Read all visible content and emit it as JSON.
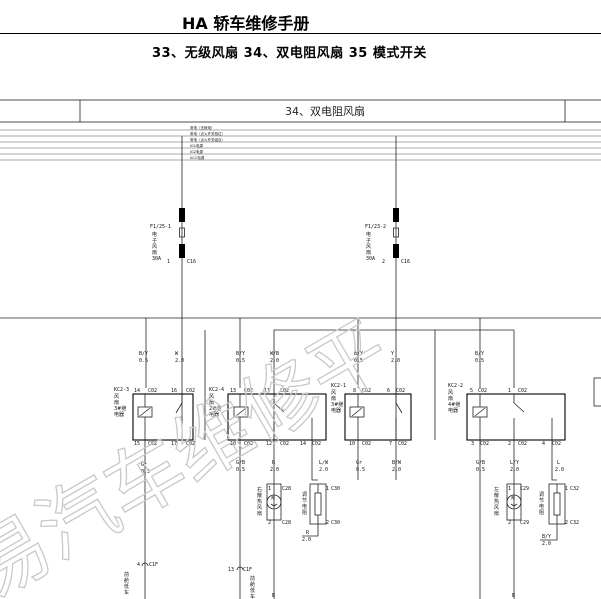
{
  "header": {
    "manual_title": "HA 轿车维修手册",
    "section_line": "33、无级风扇   34、双电阻风扇   35 模式开关"
  },
  "diagram": {
    "title": "34、双电阻风扇",
    "bus_labels": [
      "常电（无继电）",
      "常电（点火开关档位）",
      "常电（点火开关组合）",
      "IG1电源",
      "IG2电源",
      "ACC电源"
    ],
    "fuse1": {
      "id": "F1/25-1",
      "name": [
        "电",
        "子",
        "风",
        "扇"
      ],
      "rating": "30A",
      "pin": "1",
      "conn": "C16"
    },
    "fuse2": {
      "id": "F1/23-2",
      "name": [
        "电",
        "子",
        "风",
        "扇"
      ],
      "rating": "30A",
      "pin": "2",
      "conn": "C16"
    },
    "wires_top": [
      {
        "color": "B/Y",
        "size": "0.5"
      },
      {
        "color": "W",
        "size": "2.0"
      },
      {
        "color": "B/Y",
        "size": "0.5"
      },
      {
        "color": "W/B",
        "size": "2.0"
      },
      {
        "color": "B/Y",
        "size": "0.5"
      },
      {
        "color": "Y",
        "size": "2.0"
      },
      {
        "color": "B/Y",
        "size": "0.5"
      }
    ],
    "relays": [
      {
        "id": "KC2-3",
        "desc": [
          "风",
          "扇",
          "3#继",
          "电器"
        ],
        "top_pins": [
          "14",
          "16"
        ],
        "bottom_pins": [
          "15",
          "17"
        ],
        "conn": "C02"
      },
      {
        "id": "KC2-4",
        "desc": [
          "风",
          "扇",
          "2#继",
          "电器"
        ],
        "top_pins": [
          "13",
          "11"
        ],
        "bottom_pins": [
          "10",
          "12",
          "14"
        ],
        "conn": "C02"
      },
      {
        "id": "KC2-1",
        "desc": [
          "风",
          "扇",
          "3#继",
          "电器"
        ],
        "top_pins": [
          "8",
          "6"
        ],
        "bottom_pins": [
          "10",
          "7"
        ],
        "conn": "C02"
      },
      {
        "id": "KC2-2",
        "desc": [
          "风",
          "扇",
          "4#继",
          "电器"
        ],
        "top_pins": [
          "5",
          "1"
        ],
        "bottom_pins": [
          "3",
          "2",
          "4"
        ],
        "conn": "C02"
      }
    ],
    "wires_bottom": [
      {
        "color": "Gr",
        "size": "0.5"
      },
      {
        "color": "G/B",
        "size": "0.5"
      },
      {
        "color": "R",
        "size": "2.0"
      },
      {
        "color": "L/W",
        "size": "2.0"
      },
      {
        "color": "Gr",
        "size": "0.5"
      },
      {
        "color": "B/W",
        "size": "2.0"
      },
      {
        "color": "G/B",
        "size": "0.5"
      },
      {
        "color": "L/Y",
        "size": "2.0"
      },
      {
        "color": "L",
        "size": "2.0"
      }
    ],
    "fan1": {
      "name": [
        "右",
        "散",
        "热",
        "风",
        "扇"
      ],
      "pins": [
        "1",
        "2"
      ],
      "conn": "C28",
      "symbol": "M"
    },
    "res1": {
      "name": [
        "调",
        "节",
        "电",
        "阻"
      ],
      "pins": [
        "1",
        "2"
      ],
      "conn": "C30"
    },
    "fan2": {
      "name": [
        "左",
        "散",
        "热",
        "风",
        "扇"
      ],
      "pins": [
        "1",
        "2"
      ],
      "conn": "C29",
      "symbol": "M"
    },
    "res2": {
      "name": [
        "调",
        "节",
        "电",
        "阻"
      ],
      "pins": [
        "1",
        "2"
      ],
      "conn": "C32"
    },
    "r_wire": {
      "color": "R",
      "size": "2.0"
    },
    "by_wire": {
      "color": "B/Y",
      "size": "2.0"
    },
    "conn_c1f_a": {
      "pin": "4",
      "conn": "C1F",
      "name": [
        "前",
        "舱",
        "低",
        "车"
      ]
    },
    "conn_c1f_b": {
      "pin": "13",
      "conn": "C1F",
      "name": [
        "前",
        "舱",
        "低",
        "车"
      ]
    },
    "bottom_b1": "B",
    "bottom_b2": "B"
  },
  "watermark": "易汽车维修平"
}
